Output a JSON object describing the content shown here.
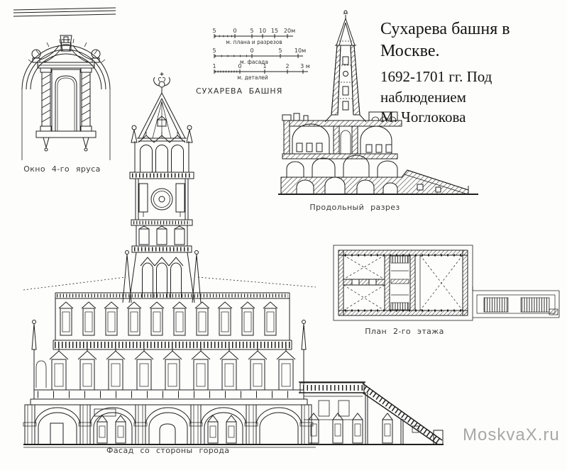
{
  "title_block": {
    "line1": "Сухарева башня в Москве.",
    "line2": "1692-1701 гг. Под наблюдением",
    "line3": "М. Чоглокова"
  },
  "scale_bars": {
    "drawing_label": "СУХАРЕВА БАШНЯ",
    "rulers": [
      {
        "ticks": [
          "5",
          "0",
          "5",
          "10",
          "15",
          "20м"
        ],
        "label": "м. плана и разрезов"
      },
      {
        "ticks": [
          "5",
          "0",
          "5",
          "10м"
        ],
        "label": "м. фасада"
      },
      {
        "ticks": [
          "1",
          "0",
          "1",
          "2",
          "3 м"
        ],
        "label": "м. деталей"
      }
    ]
  },
  "captions": {
    "window_detail": "Окно 4-го яруса",
    "section": "Продольный разрез",
    "plan": "План 2-го этажа",
    "facade": "Фасад со стороны города"
  },
  "watermark": {
    "text": "MoskvaX.ru",
    "color": "#a8a8a8"
  },
  "page": {
    "background": "#fdfdfc",
    "ink_color": "#1f1f1f"
  }
}
